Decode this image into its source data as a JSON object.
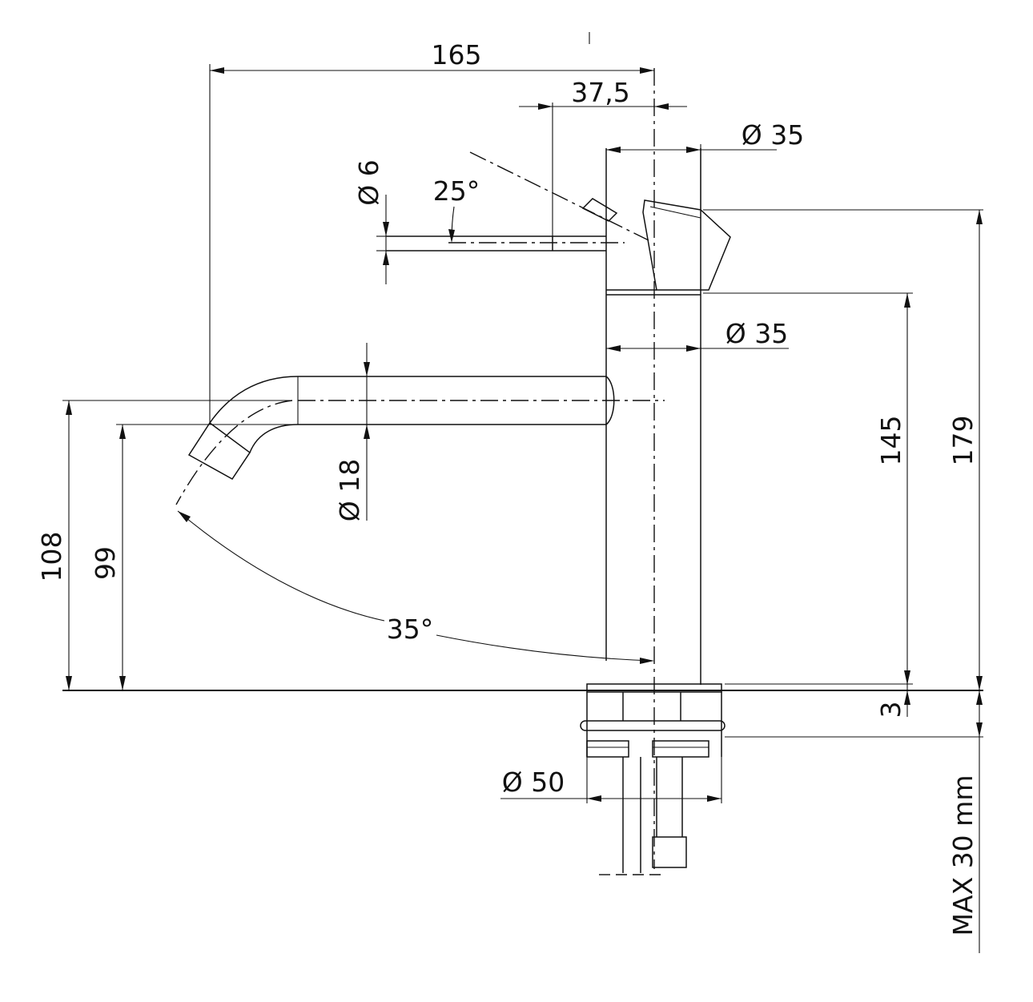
{
  "drawing": {
    "dimensions": {
      "total_width": "165",
      "lever_offset": "37,5",
      "lever_body_diameter": "Ø 35",
      "lever_pin_diameter": "Ø 6",
      "lever_angle": "25°",
      "body_diameter": "Ø 35",
      "spout_diameter": "Ø 18",
      "spout_swing_angle": "35°",
      "outlet_height_top": "108",
      "outlet_height_bottom": "99",
      "body_height": "145",
      "total_height": "179",
      "base_thickness": "3",
      "base_diameter": "Ø 50",
      "max_deck_thickness": "MAX 30 mm"
    }
  }
}
